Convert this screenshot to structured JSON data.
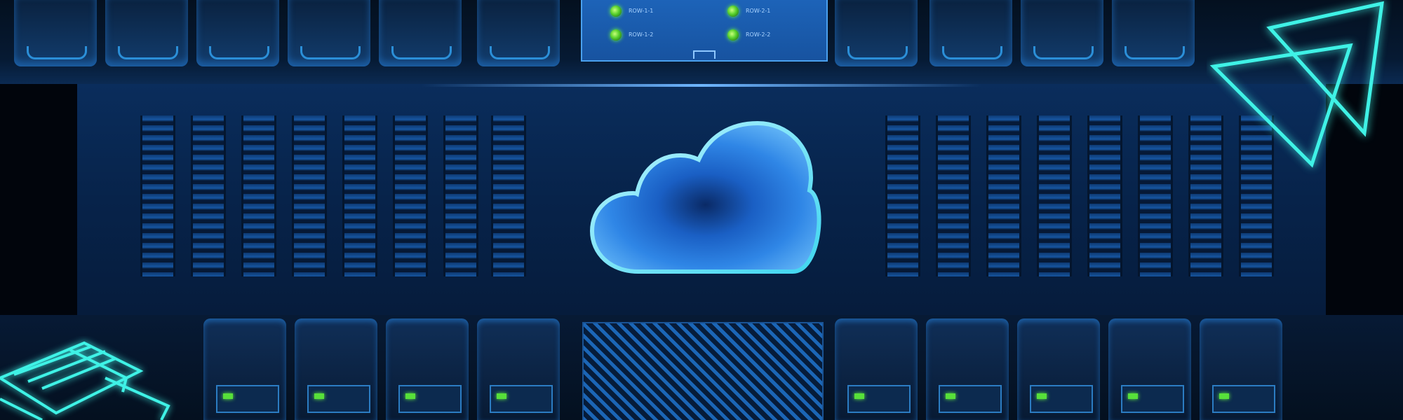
{
  "control_panel": {
    "leds": [
      {
        "label": "ROW-1-1"
      },
      {
        "label": "ROW-1-2"
      },
      {
        "label": "ROW-2-1"
      },
      {
        "label": "ROW-2-2"
      }
    ]
  },
  "colors": {
    "neon": "#3ff2e6",
    "accent_blue": "#1d63b8",
    "led_green": "#57d12c",
    "cloud_outline": "#7fe3ff"
  },
  "icons": [
    "cloud-icon",
    "triangle-neon-decoration",
    "isometric-neon-decoration"
  ]
}
